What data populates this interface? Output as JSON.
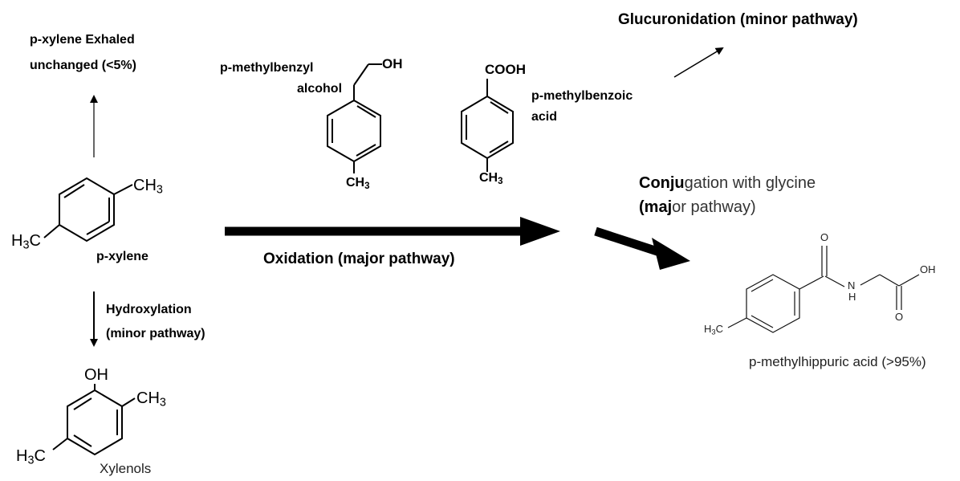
{
  "labels": {
    "exhaled_line1": "p-xylene Exhaled",
    "exhaled_line2": "unchanged (<5%)",
    "methylbenzyl_line1": "p-methylbenzyl",
    "methylbenzyl_line2": "alcohol",
    "methylbenzoic_line1": "p-methylbenzoic",
    "methylbenzoic_line2": "acid",
    "glucuronidation": "Glucuronidation (minor pathway)",
    "conjugation_a": "Conju",
    "conjugation_b": "gation with glycine",
    "major_a": "(maj",
    "major_b": "or pathway)",
    "pxylene": "p-xylene",
    "oxidation": "Oxidation (major pathway)",
    "hydroxylation_line1": "Hydroxylation",
    "hydroxylation_line2": "(minor pathway)",
    "xylenols": "Xylenols",
    "methylhippuric": "p-methylhippuric acid (>95%)"
  },
  "atoms": {
    "ch3": "CH",
    "h3c": "H",
    "c": "C",
    "sub3": "3",
    "oh": "OH",
    "cooh": "COOH",
    "o": "O",
    "n": "N",
    "h": "H"
  }
}
